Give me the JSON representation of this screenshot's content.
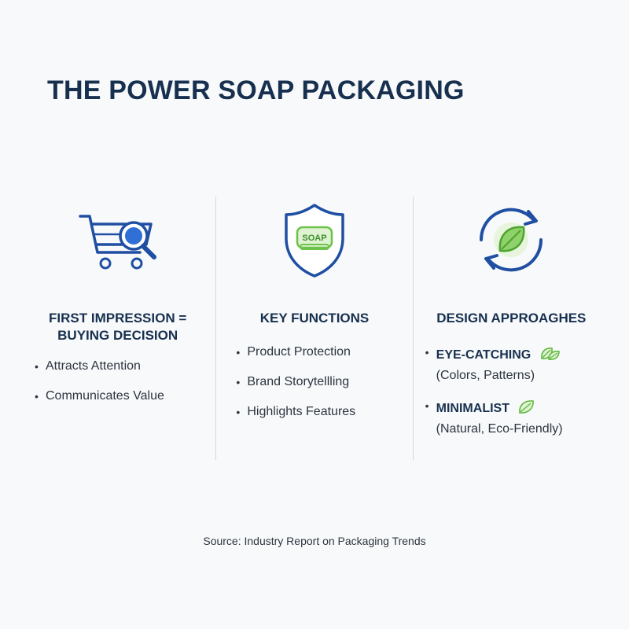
{
  "title": "THE POWER SOAP PACKAGING",
  "columns": [
    {
      "icon": "shopping-cart-magnifier-icon",
      "heading_line1": "FIRST IMPRESSION =",
      "heading_line2": "BUYING DECISION",
      "items": [
        "Attracts Attention",
        "Communicates Value"
      ]
    },
    {
      "icon": "shield-soap-icon",
      "icon_label": "SOAP",
      "heading_line1": "KEY FUNCTIONS",
      "items": [
        "Product Protection",
        "Brand Storytellling",
        "Highlights Features"
      ]
    },
    {
      "icon": "recycle-leaf-icon",
      "heading_line1": "DESIGN APPROAGHES",
      "approaches": [
        {
          "title": "EYE-CATCHING",
          "sub": "(Colors, Patterns)",
          "icon": "double-leaf-icon"
        },
        {
          "title": "MINIMALIST",
          "sub": "(Natural, Eco-Friendly)",
          "icon": "leaf-icon"
        }
      ]
    }
  ],
  "source": "Source: Industry Report on Packaging Trends",
  "colors": {
    "navy": "#17304f",
    "blue": "#1f4fa3",
    "accent_blue": "#2f6fd6",
    "green": "#6cc24a",
    "background": "#f8f9fa"
  }
}
